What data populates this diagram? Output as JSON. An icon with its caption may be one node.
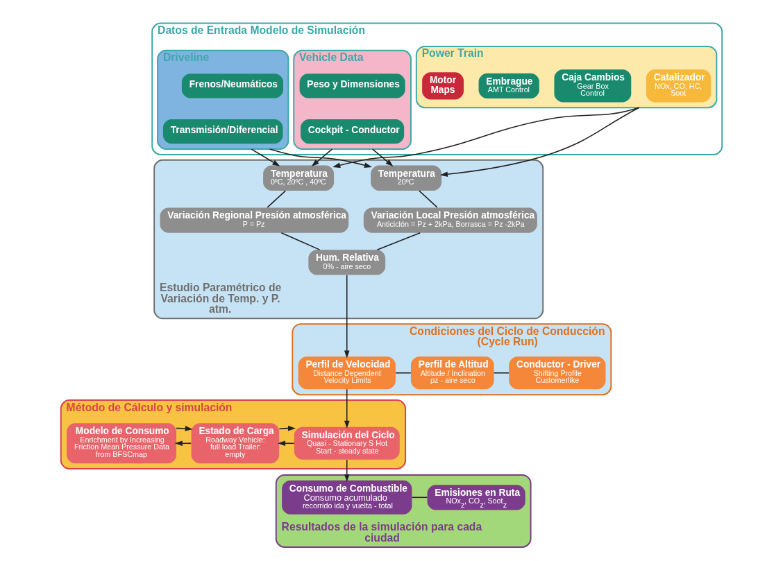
{
  "diagram": {
    "nodes": [
      {
        "text": [
          "Datos de Entrada Modelo de Simulación"
        ]
      },
      {
        "text": [
          "Power Train"
        ],
        "in": 0
      },
      {
        "text": [
          "Motor Maps"
        ],
        "in": 1
      },
      {
        "text": [
          "Embrague",
          "AMT Control"
        ],
        "in": 1
      },
      {
        "text": [
          "Caja Cambios",
          "Gear Box Control"
        ],
        "in": 1
      },
      {
        "text": [
          "Catalizador",
          "NOx, CO, HC, Soot"
        ],
        "in": 1
      },
      {
        "text": [
          "Vehicle Data"
        ],
        "in": 0
      },
      {
        "text": [
          "Peso y Dimensiones"
        ],
        "in": 6
      },
      {
        "text": [
          "Cockpit - Conductor"
        ],
        "in": 6
      },
      {
        "text": [
          "Driveline"
        ],
        "in": 0
      },
      {
        "text": [
          "Frenos/Neumáticos"
        ],
        "in": 9
      },
      {
        "text": [
          "Transmisión/Diferencial"
        ],
        "in": 9
      },
      {
        "text": [
          "Estudio Paramétrico de Variación de Temp. y P. atm."
        ]
      },
      {
        "text": [
          "Hum. Relativa",
          "0% - aire seco"
        ],
        "in": 12
      },
      {
        "text": [
          "Variación Regional Presión atmosférica",
          "P = Pz"
        ],
        "in": 12
      },
      {
        "text": [
          "Variación Local Presión atmosférica",
          "Anticiclón = Pz + 2kPa, Borrasca = Pz -2kPa"
        ],
        "in": 12
      },
      {
        "text": [
          "Temperatura",
          "0ºC, 20ºC , 40ºC"
        ],
        "in": 12
      },
      {
        "text": [
          "Temperatura",
          "20ºC"
        ],
        "in": 12
      },
      {
        "text": [
          "Condiciones del Ciclo de Conducción (Cycle Run)"
        ]
      },
      {
        "text": [
          "Perfil de Velocidad",
          "Distance Dependent Velocity Limits"
        ],
        "in": 18
      },
      {
        "text": [
          "Perfil de Altitud",
          "Altitude / Inclination ρz - aire seco"
        ],
        "in": 18
      },
      {
        "text": [
          "Conductor - Driver",
          "Shifting Profile Customerlike"
        ],
        "in": 18
      },
      {
        "text": [
          "Método de Cálculo y simulación"
        ]
      },
      {
        "text": [
          "Simulación del Ciclo",
          "Quasi - Stationary S Hot Start - steady state"
        ],
        "in": 22
      },
      {
        "text": [
          "Estado de Carga",
          "Roadway Vehicle: full load Trailer: empty"
        ],
        "in": 22
      },
      {
        "text": [
          "Modelo de Consumo",
          "Enrichment by Increasing Friction Mean Pressure Data from BFSCmap"
        ],
        "in": 22
      },
      {
        "text": [
          "Resultados de la simulación para cada ciudad"
        ]
      },
      {
        "text": [
          "Consumo de Combustible",
          "Consumo acumulado",
          "recorrido ida y vuelta - total"
        ],
        "in": 26
      },
      {
        "text": [
          "Emisiones en Ruta",
          "NOx$_{z}$, CO$_{z}$, Soot$_{z}$"
        ],
        "in": 26
      }
    ],
    "edges": [
      {
        "from": 1,
        "to": 16,
        "arrow": "to"
      },
      {
        "from": 1,
        "to": 17,
        "arrow": "to"
      },
      {
        "from": 6,
        "to": 16,
        "arrow": "to"
      },
      {
        "from": 6,
        "to": 17,
        "arrow": "to"
      },
      {
        "from": 9,
        "to": 16,
        "arrow": "to"
      },
      {
        "from": 9,
        "to": 17,
        "arrow": "to"
      },
      {
        "from": 16,
        "to": 14,
        "arrow": "none"
      },
      {
        "from": 17,
        "to": 15,
        "arrow": "none"
      },
      {
        "from": 14,
        "to": 13,
        "arrow": "none"
      },
      {
        "from": 15,
        "to": 13,
        "arrow": "none"
      },
      {
        "from": 13,
        "to": 19,
        "arrow": "to"
      },
      {
        "from": 19,
        "to": 20,
        "arrow": "none"
      },
      {
        "from": 20,
        "to": 21,
        "arrow": "none"
      },
      {
        "from": 19,
        "to": 23,
        "arrow": "to"
      },
      {
        "from": 23,
        "to": 24,
        "arrow": "to"
      },
      {
        "from": 24,
        "to": 23,
        "arrow": "to"
      },
      {
        "from": 24,
        "to": 25,
        "arrow": "to"
      },
      {
        "from": 25,
        "to": 24,
        "arrow": "to"
      },
      {
        "from": 23,
        "to": 27,
        "arrow": "to"
      },
      {
        "from": 27,
        "to": 28,
        "arrow": "none"
      }
    ]
  }
}
